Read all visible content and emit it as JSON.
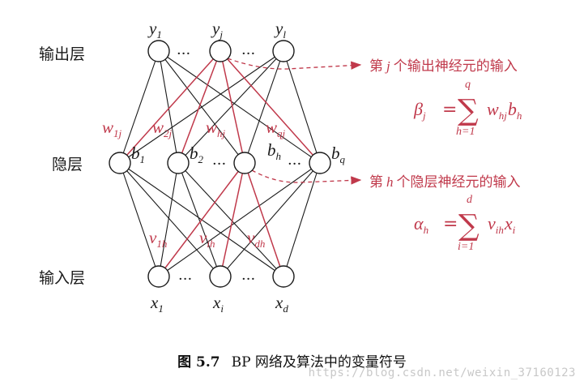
{
  "layers": {
    "output_label": "输出层",
    "hidden_label": "隐层",
    "input_label": "输入层"
  },
  "output_nodes": {
    "labels": [
      {
        "base": "y",
        "sub": "1"
      },
      {
        "base": "y",
        "sub": "j"
      },
      {
        "base": "y",
        "sub": "l"
      }
    ],
    "ellipsis": "···"
  },
  "hidden_nodes": {
    "labels": [
      {
        "base": "b",
        "sub": "1"
      },
      {
        "base": "b",
        "sub": "2"
      },
      {
        "base": "b",
        "sub": "h"
      },
      {
        "base": "b",
        "sub": "q"
      }
    ],
    "ellipsis": "···"
  },
  "input_nodes": {
    "labels": [
      {
        "base": "x",
        "sub": "1"
      },
      {
        "base": "x",
        "sub": "i"
      },
      {
        "base": "x",
        "sub": "d"
      }
    ],
    "ellipsis": "···"
  },
  "weights": {
    "w1j": {
      "base": "w",
      "sub": "1j"
    },
    "w2j": {
      "base": "w",
      "sub": "2j"
    },
    "whj": {
      "base": "w",
      "sub": "hj"
    },
    "wqj": {
      "base": "w",
      "sub": "qj"
    },
    "v1h": {
      "base": "v",
      "sub": "1h"
    },
    "vih": {
      "base": "v",
      "sub": "ih"
    },
    "vdh": {
      "base": "v",
      "sub": "dh"
    }
  },
  "annotations": {
    "output_input": {
      "prefix": "第",
      "var": "j",
      "suffix": "个输出神经元的输入",
      "formula": {
        "lhs": "β",
        "lhs_sub": "j",
        "eq": "=",
        "sum_top": "q",
        "sum_bottom": "h=1",
        "term": "w",
        "term_sub": "hj",
        "term2": "b",
        "term2_sub": "h"
      }
    },
    "hidden_input": {
      "prefix": "第",
      "var": "h",
      "suffix": "个隐层神经元的输入",
      "formula": {
        "lhs": "α",
        "lhs_sub": "h",
        "eq": "=",
        "sum_top": "d",
        "sum_bottom": "i=1",
        "term": "v",
        "term_sub": "ih",
        "term2": "x",
        "term2_sub": "i"
      }
    }
  },
  "caption": {
    "number": "图 5.7",
    "text": "BP 网络及算法中的变量符号"
  },
  "watermark": "https://blog.csdn.net/weixin_37160123",
  "colors": {
    "red": "#c0394b",
    "black": "#1a1a1a"
  }
}
